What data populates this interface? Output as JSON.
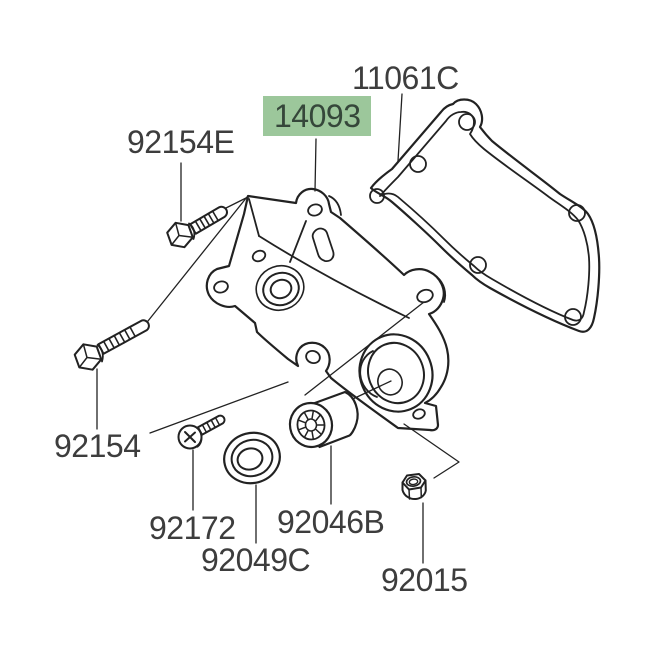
{
  "colors": {
    "background": "#ffffff",
    "line": "#222222",
    "label": "#3d3d3d",
    "highlight_bg": "#9cc79b",
    "highlight_text": "#35473a"
  },
  "labels": [
    {
      "text": "11061C",
      "part": "gasket",
      "highlighted": false
    },
    {
      "text": "14093",
      "part": "chain-case-cover",
      "highlighted": true
    },
    {
      "text": "92154E",
      "part": "bolt-upper",
      "highlighted": false
    },
    {
      "text": "92154",
      "part": "bolt-lower",
      "highlighted": false
    },
    {
      "text": "92172",
      "part": "screw",
      "highlighted": false
    },
    {
      "text": "92049C",
      "part": "oil-seal",
      "highlighted": false
    },
    {
      "text": "92046B",
      "part": "needle-bearing",
      "highlighted": false
    },
    {
      "text": "92015",
      "part": "nut",
      "highlighted": false
    }
  ]
}
